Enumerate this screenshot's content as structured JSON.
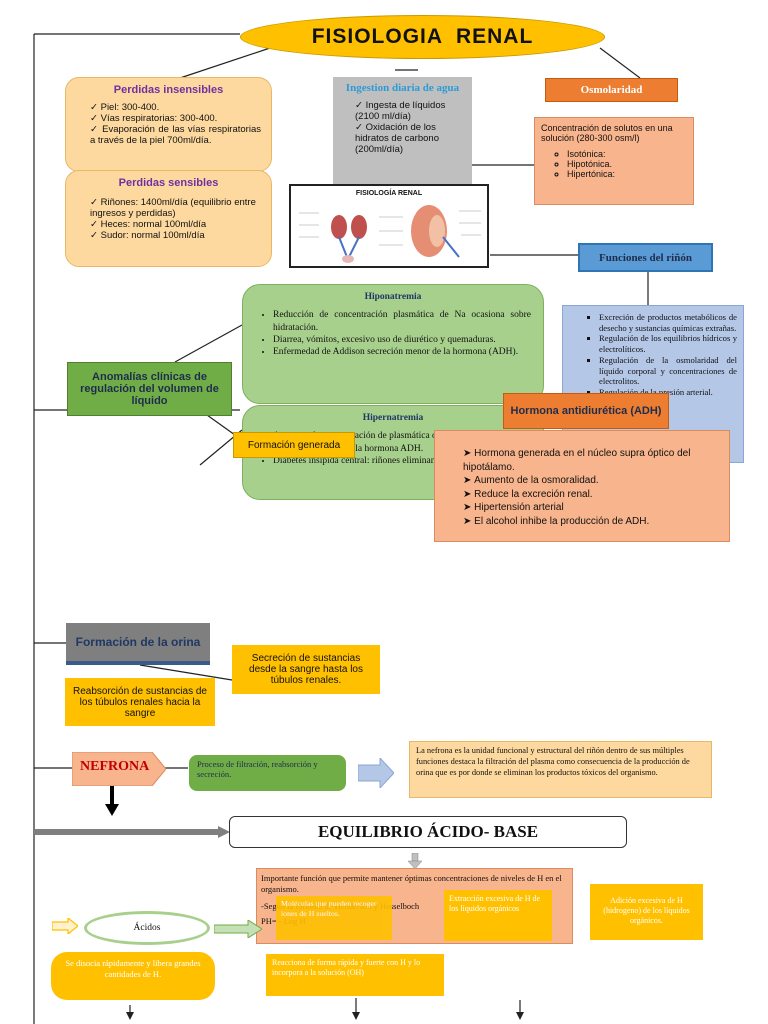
{
  "title": "FISIOLOGIA  RENAL",
  "perdidas_insensibles": {
    "heading": "Perdidas insensibles",
    "items": [
      "Piel: 300-400.",
      "Vías respiratorias: 300-400.",
      "Evaporación de las vías respiratorias a través de la piel 700ml/día."
    ]
  },
  "perdidas_sensibles": {
    "heading": "Perdidas sensibles",
    "items": [
      "Riñones: 1400ml/día (equilibrio entre ingresos y perdidas)",
      "Heces: normal 100ml/día",
      "Sudor: normal 100ml/día"
    ]
  },
  "ingestion": {
    "heading": "Ingestion diaria de agua",
    "items": [
      "Ingesta de líquidos (2100 ml/día)",
      "Oxidación de los hidratos de carbono (200ml/día)"
    ]
  },
  "osmolaridad": {
    "label": "Osmolaridad",
    "description": "Concentración de solutos en una solución (280-300 osm/l)",
    "items": [
      "Isotónica:",
      "Hipotónica.",
      "Hipertónica:"
    ]
  },
  "kidney_image": {
    "title": "FISIOLOGÍA RENAL"
  },
  "funciones": {
    "label": "Funciones del riñón",
    "items": [
      "Excreción de productos metabólicos de desecho y sustancias químicas extrañas.",
      "Regulación de los equilibrios hídricos y electrolíticos.",
      "Regulación de la osmolaridad del líquido corporal y concentraciones de electrolitos.",
      "Regulación de la presión arterial."
    ]
  },
  "hiponatremia": {
    "heading": "Hiponatremia",
    "items": [
      "Reducción de concentración plasmática de Na ocasiona sobre hidratación.",
      "Diarrea, vómitos, excesivo uso de diurético y quemaduras.",
      "Enfermedad de Addison secreción menor de la hormona (ADH)."
    ]
  },
  "hipernatremia": {
    "heading": "Hipernatremia",
    "items": [
      "Aumento de concentración de plasmática de Na deshidratación",
      "Falta de secreción de la hormona ADH.",
      "Diabetes insípida central: riñones eliminan mucha orina."
    ]
  },
  "anomalias": {
    "label": "Anomalías clínicas de regulación del volumen de líquido"
  },
  "formacion_overlay": "Formación generada",
  "adh": {
    "label": "Hormona antidiurética (ADH)",
    "items": [
      "Hormona generada en el núcleo supra óptico del hipotálamo.",
      "Aumento de la osmoralidad.",
      "Reduce la excreción renal.",
      "Hipertensión arterial",
      "El alcohol inhibe la producción de ADH."
    ]
  },
  "orina": {
    "label": "Formación de la orina",
    "secrecion": "Secreción de sustancias desde la sangre hasta los túbulos renales.",
    "reabsorcion": "Reabsorción de sustancias de los túbulos renales hacia la sangre"
  },
  "nefrona": {
    "label": "NEFRONA",
    "proceso": "Proceso de filtración, reabsorción y secreción.",
    "descripcion": "La nefrona es la unidad funcional y estructural del riñón dentro de sus múltiples funciones destaca la filtración del plasma como consecuencia de la producción de orina que es por donde se eliminan los productos tóxicos del organismo."
  },
  "equilibrio": {
    "label": "EQUILIBRIO ÁCIDO- BASE",
    "importante": "Importante función que permite mantener óptimas concentraciones de niveles de H en el organismo.",
    "formula": "-Según la fórmula de Henderson y Hesselboch",
    "ph": "PH= - Log H",
    "moleculas": "Moléculas que pueden recoger iones de H sueltos.",
    "extraccion": "Extracción excesiva de H de los líquidos orgánicos",
    "adicion": "Adición excesiva de H (hidrogeno) de los líquidos orgánicos.",
    "acidos": "Ácidos",
    "disocia": "Se disocia rápidamente y libera grandes cantidades de H.",
    "reacciona": "Reacciona de forma rápida y fuerte con H y lo incorpora a la solución (OH)"
  }
}
